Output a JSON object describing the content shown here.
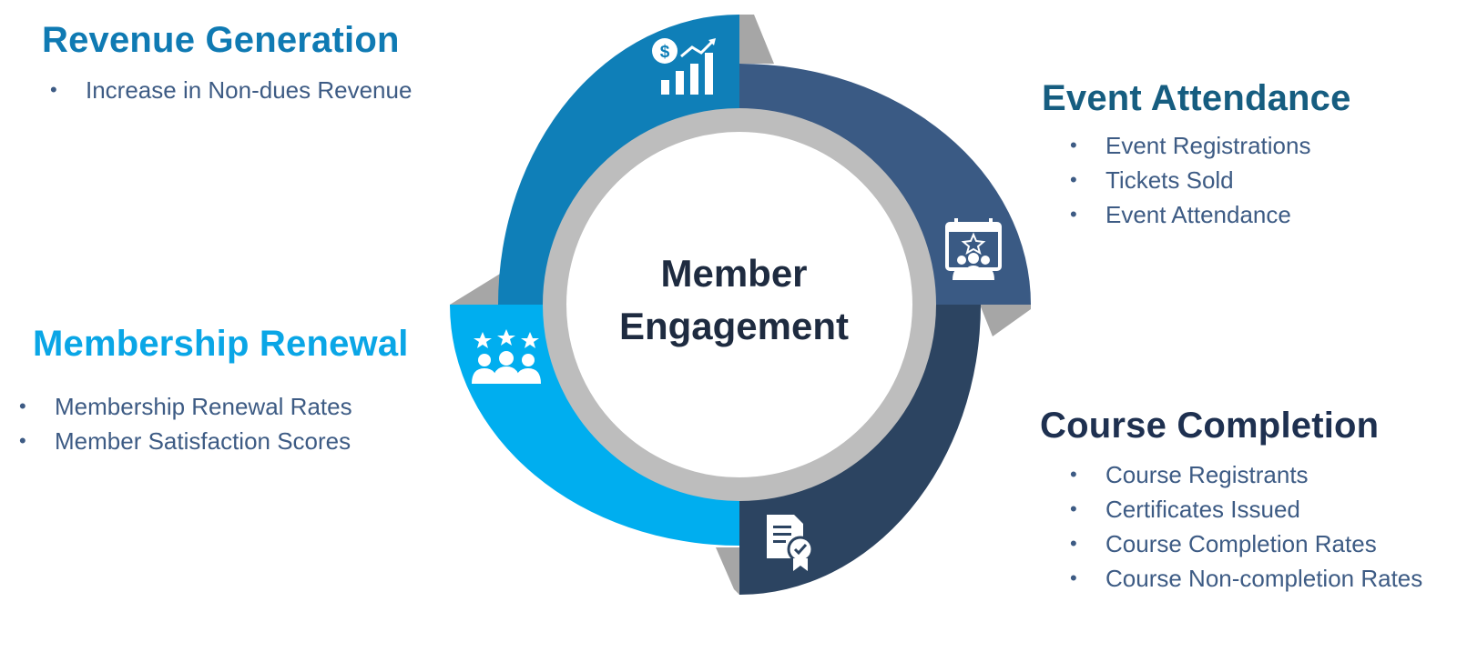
{
  "center": {
    "line1": "Member",
    "line2": "Engagement"
  },
  "quadrants": {
    "revenue": {
      "title": "Revenue Generation",
      "color": "#0f7fb8",
      "icon": "revenue-chart-icon",
      "items": [
        "Increase in Non-dues Revenue"
      ]
    },
    "event": {
      "title": "Event Attendance",
      "color": "#3a5a84",
      "icon": "event-calendar-audience-icon",
      "items": [
        "Event Registrations",
        "Tickets Sold",
        "Event Attendance"
      ]
    },
    "renewal": {
      "title": "Membership Renewal",
      "color": "#00aeef",
      "icon": "rated-members-icon",
      "items": [
        "Membership Renewal Rates",
        "Member Satisfaction Scores"
      ]
    },
    "course": {
      "title": "Course Completion",
      "color": "#2c4461",
      "icon": "certificate-icon",
      "items": [
        "Course Registrants",
        "Certificates Issued",
        "Course Completion Rates",
        "Course Non-completion Rates"
      ]
    }
  },
  "colors": {
    "ring": "#bdbdbd",
    "tab": "#a6a6a6",
    "bullet_text": "#3d5b84"
  }
}
